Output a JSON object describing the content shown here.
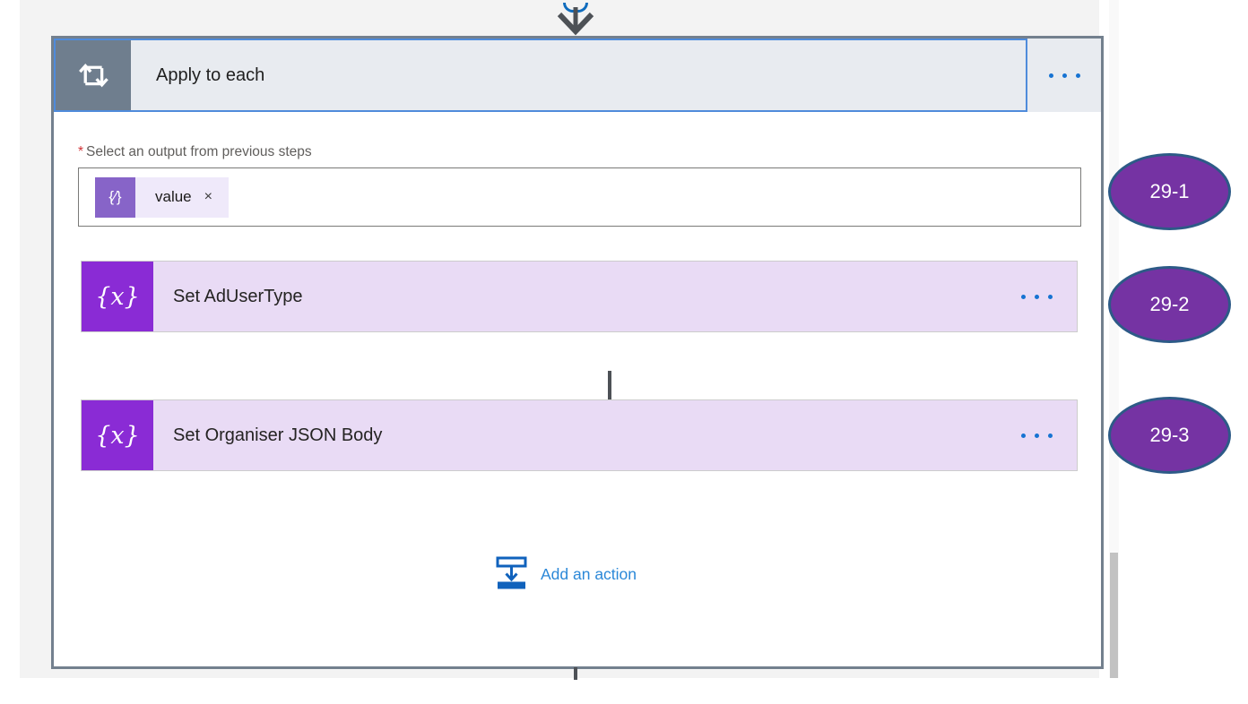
{
  "scope": {
    "title": "Apply to each",
    "field_label": "Select an output from previous steps",
    "required_marker": "*",
    "token": {
      "icon_glyph": "{∕}",
      "text": "value",
      "remove_label": "×"
    },
    "actions": [
      {
        "title": "Set AdUserType",
        "icon_glyph": "{x}"
      },
      {
        "title": "Set Organiser JSON Body",
        "icon_glyph": "{x}"
      }
    ],
    "add_action_label": "Add an action"
  },
  "annotations": [
    {
      "label": "29-1"
    },
    {
      "label": "29-2"
    },
    {
      "label": "29-3"
    }
  ],
  "colors": {
    "scope_border": "#73808e",
    "scope_header_bg": "#e8ebf0",
    "scope_icon_bg": "#6f7e8e",
    "selection_blue": "#4f8bdb",
    "menu_dots_blue": "#1673d2",
    "variable_purple": "#8a2bd5",
    "action_card_bg": "#e9dbf5",
    "token_icon_purple": "#8764c8",
    "token_pill_bg": "#efe9fa",
    "badge_purple": "#7533a3",
    "badge_border": "#2d5a87",
    "link_blue": "#2b88d8",
    "required_red": "#d13438"
  }
}
